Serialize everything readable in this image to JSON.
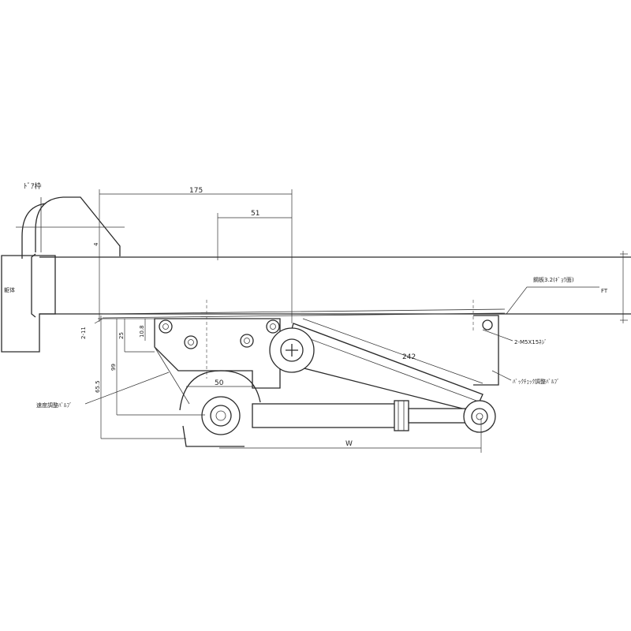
{
  "labels": {
    "top_left": "ﾄﾞｱ枠",
    "frame": "躯体",
    "right_end": "FT",
    "callout_plate": "鋼板3.2(ｷﾞｮｳ面)",
    "callout_screw": "2-M5X15ﾈｼﾞ",
    "callout_valve_right": "ﾊﾞｯｸﾁｪｯｸ調整ﾊﾞﾙﾌﾞ",
    "callout_valve_left": "速度調整ﾊﾞﾙﾌﾞ"
  },
  "dimensions": {
    "d175": "175",
    "d51": "51",
    "d4": "4",
    "d2_11": "2-11",
    "d25": "25",
    "d10_8": "10.8",
    "d99": "99",
    "d65_5": "65.5",
    "d50": "50",
    "d242": "242",
    "dw": "W"
  }
}
